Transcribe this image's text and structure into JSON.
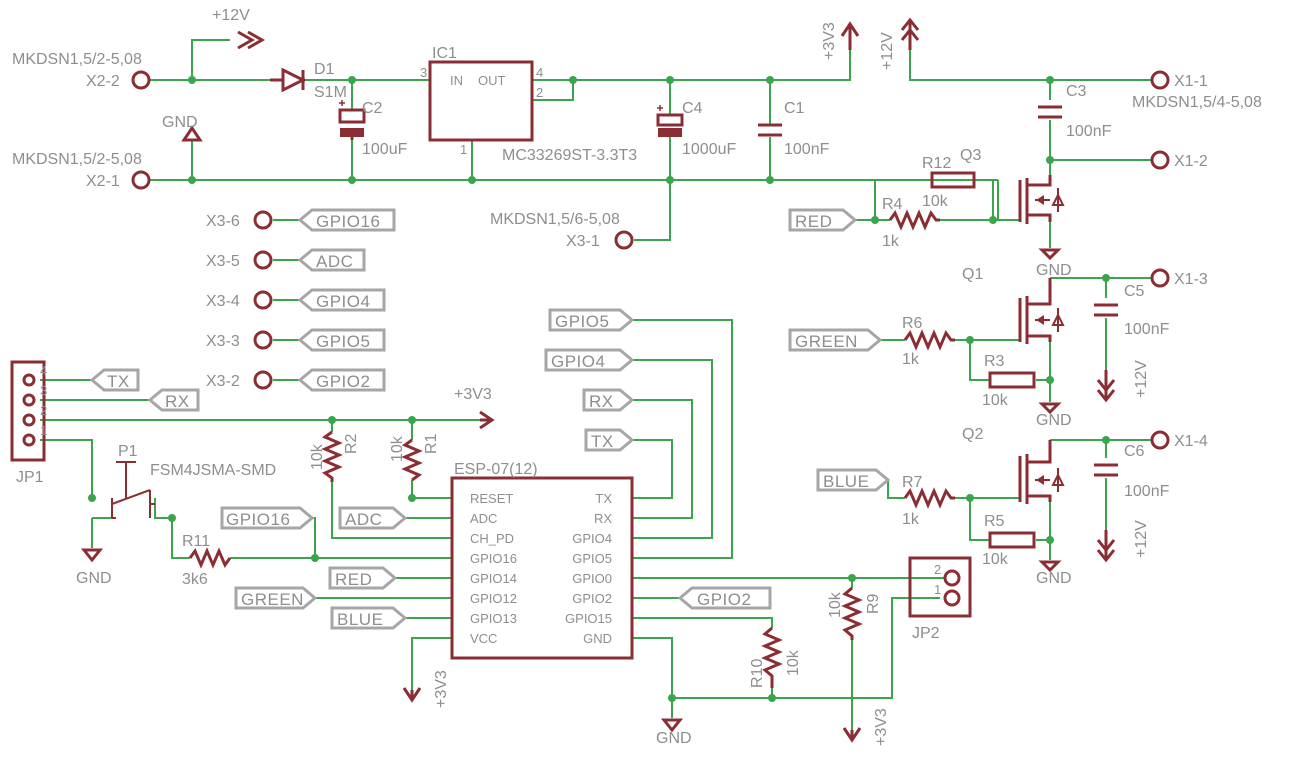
{
  "colors": {
    "wire": "#3aa54a",
    "symbol": "#8b2e34",
    "label": "#8e8e8e",
    "label_frame": "#a6a6a6"
  },
  "supply": {
    "p12v": "+12V",
    "p3v3": "+3V3",
    "gnd": "GND"
  },
  "connectors": {
    "mk_small": "MKDSN1,5/2-5,08",
    "mk_out": "MKDSN1,5/4-5,08",
    "mk_six": "MKDSN1,5/6-5,08",
    "x2_2": "X2-2",
    "x2_1": "X2-1",
    "x1_1": "X1-1",
    "x1_2": "X1-2",
    "x1_3": "X1-3",
    "x1_4": "X1-4",
    "x3_1": "X3-1",
    "x3_2": "X3-2",
    "x3_3": "X3-3",
    "x3_4": "X3-4",
    "x3_5": "X3-5",
    "x3_6": "X3-6"
  },
  "regulator": {
    "ref": "IC1",
    "part": "MC33269ST-3.3T3",
    "in": "IN",
    "out": "OUT",
    "pin_in": "3",
    "pin_out": "4",
    "pin_out2": "2",
    "pin_gnd": "1"
  },
  "diode": {
    "ref": "D1",
    "part": "S1M"
  },
  "caps": {
    "c1": {
      "ref": "C1",
      "value": "100nF"
    },
    "c2": {
      "ref": "C2",
      "value": "100uF"
    },
    "c3": {
      "ref": "C3",
      "value": "100nF"
    },
    "c4": {
      "ref": "C4",
      "value": "1000uF"
    },
    "c5": {
      "ref": "C5",
      "value": "100nF"
    },
    "c6": {
      "ref": "C6",
      "value": "100nF"
    }
  },
  "resistors": {
    "r1": {
      "ref": "R1",
      "value": "10k"
    },
    "r2": {
      "ref": "R2",
      "value": "10k"
    },
    "r3": {
      "ref": "R3",
      "value": "10k"
    },
    "r4": {
      "ref": "R4",
      "value": "1k"
    },
    "r5": {
      "ref": "R5",
      "value": "10k"
    },
    "r6": {
      "ref": "R6",
      "value": "1k"
    },
    "r7": {
      "ref": "R7",
      "value": "1k"
    },
    "r9": {
      "ref": "R9",
      "value": "10k"
    },
    "r10": {
      "ref": "R10",
      "value": "10k"
    },
    "r11": {
      "ref": "R11",
      "value": "3k6"
    },
    "r12": {
      "ref": "R12",
      "value": "10k"
    }
  },
  "transistors": {
    "q1": "Q1",
    "q2": "Q2",
    "q3": "Q3"
  },
  "headers": {
    "jp1": "JP1",
    "jp2": "JP2",
    "p1": "P1",
    "p1_part": "FSM4JSMA-SMD",
    "pins": {
      "one": "1",
      "two": "2",
      "three": "3",
      "four": "4"
    }
  },
  "nets": {
    "gpio16": "GPIO16",
    "adc": "ADC",
    "gpio4": "GPIO4",
    "gpio5": "GPIO5",
    "gpio2": "GPIO2",
    "tx": "TX",
    "rx": "RX",
    "red": "RED",
    "green": "GREEN",
    "blue": "BLUE"
  },
  "esp": {
    "name": "ESP-07(12)",
    "left_pins": [
      "RESET",
      "ADC",
      "CH_PD",
      "GPIO16",
      "GPIO14",
      "GPIO12",
      "GPIO13",
      "VCC"
    ],
    "right_pins": [
      "TX",
      "RX",
      "GPIO4",
      "GPIO5",
      "GPIO0",
      "GPIO2",
      "GPIO15",
      "GND"
    ]
  }
}
